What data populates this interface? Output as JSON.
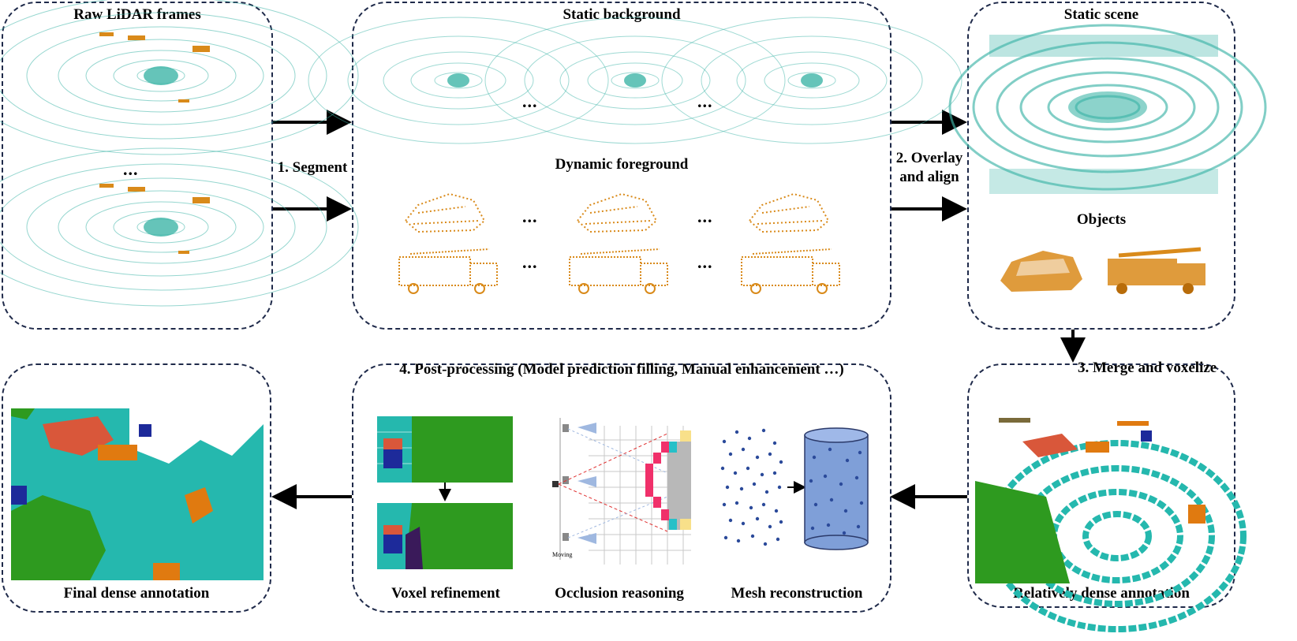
{
  "panels": {
    "raw": {
      "title": "Raw LiDAR frames",
      "dots": "..."
    },
    "separate": {
      "title_top": "Static background",
      "title_mid": "Dynamic foreground",
      "dots": "..."
    },
    "static": {
      "title": "Static scene",
      "objects": "Objects"
    },
    "dense": {
      "label": "Relatively dense annotation"
    },
    "post": {
      "title": "4. Post-processing (Model prediction filling, Manual enhancement …)",
      "voxel": "Voxel refinement",
      "occlusion": "Occlusion reasoning",
      "mesh": "Mesh reconstruction",
      "moving_label": "Moving"
    },
    "final": {
      "label": "Final dense annotation"
    }
  },
  "steps": {
    "segment": "1. Segment",
    "overlay_line1": "2. Overlay",
    "overlay_line2": "and align",
    "merge": "3. Merge and voxelize"
  },
  "colors": {
    "static_points": "#3fb5a8",
    "dynamic_points": "#d98a1a",
    "panel_border": "#1f2a4a",
    "vegetation": "#2e9a1f",
    "road": "#25b8ae",
    "car": "#e07a10",
    "building": "#d9573a",
    "cylinder": "#7f9fd8"
  },
  "icons": [
    "arrow-right-icon",
    "arrow-left-icon",
    "arrow-down-icon",
    "lidar-sensor-icon"
  ]
}
